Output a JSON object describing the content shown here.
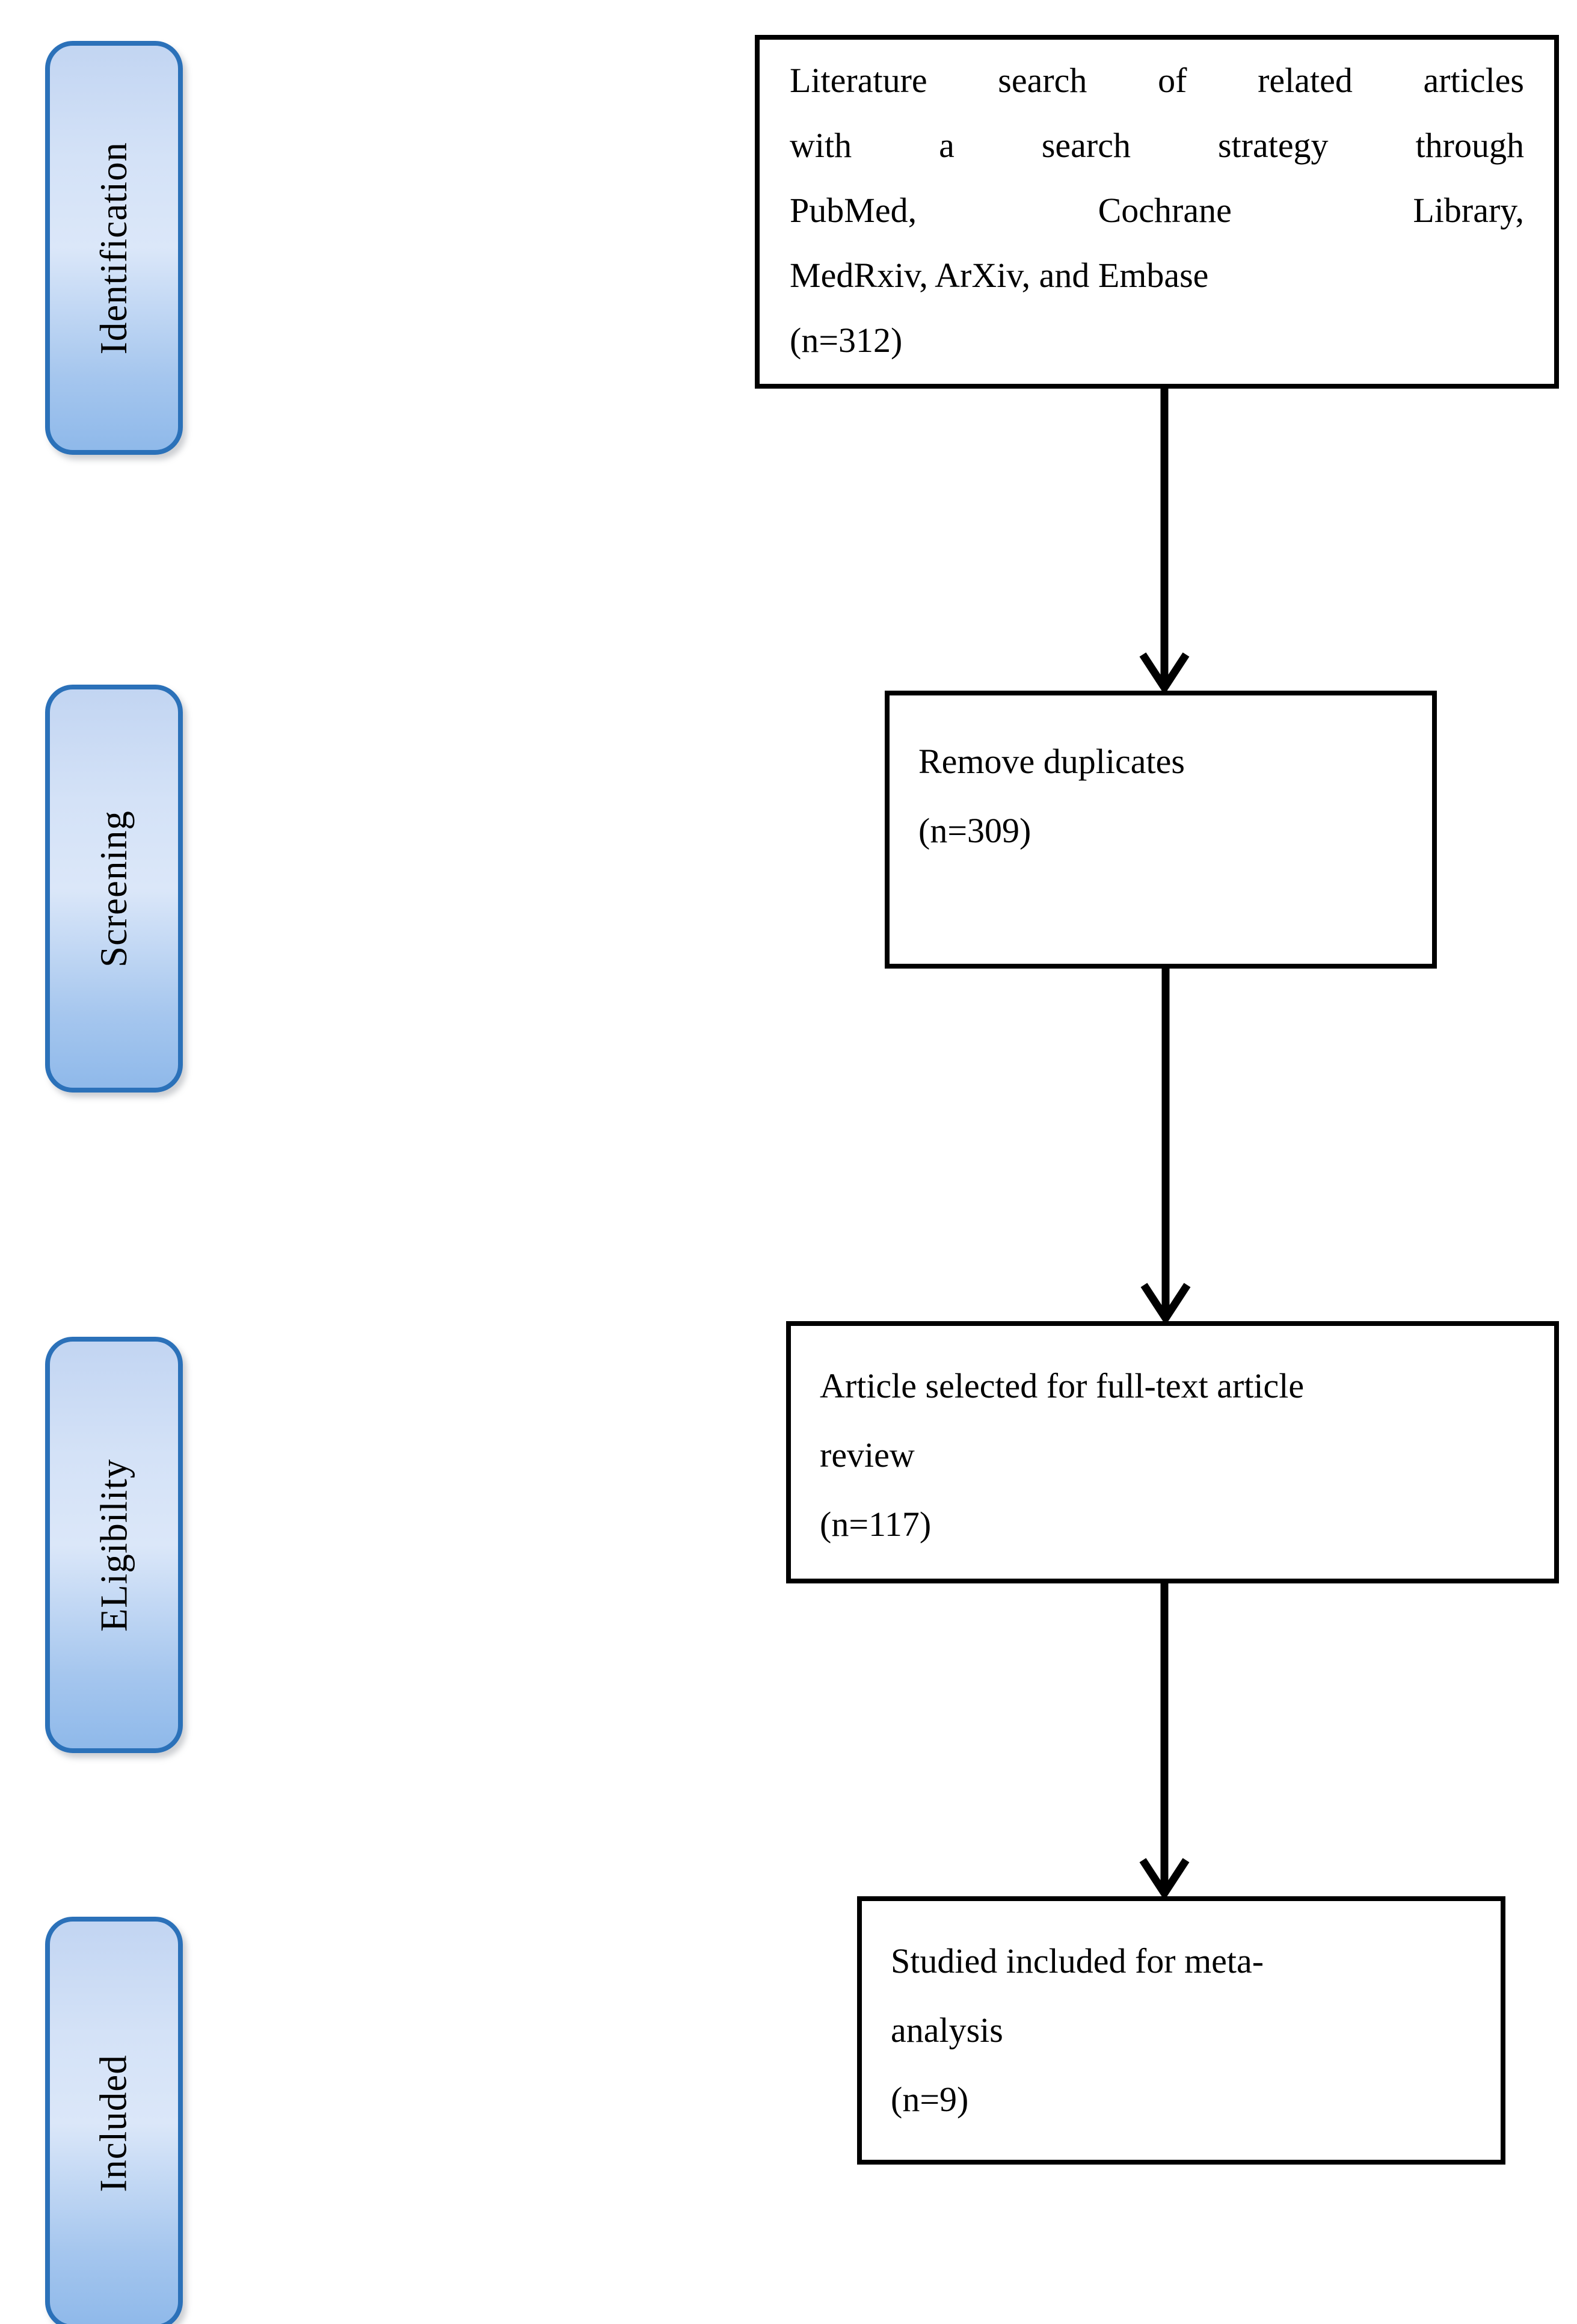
{
  "stages": [
    {
      "label": "Identification"
    },
    {
      "label": "Screening"
    },
    {
      "label": "ELigibility"
    },
    {
      "label": "Included"
    }
  ],
  "flow_boxes": [
    {
      "lines": [
        "Literature search of related articles",
        "with a search strategy through",
        "PubMed, Cochrane Library,",
        "MedRxiv, ArXiv, and Embase",
        "(n=312)"
      ]
    },
    {
      "lines": [
        "Remove duplicates",
        "(n=309)"
      ]
    },
    {
      "lines": [
        "Article selected for full-text article",
        "review",
        "(n=117)"
      ]
    },
    {
      "lines": [
        "Studied included for meta-",
        "analysis",
        "(n=9)"
      ]
    }
  ],
  "colors": {
    "stage_border": "#2b71b9",
    "stage_gradient_top": "#c2d5f2",
    "stage_gradient_middle": "#dbe7f9",
    "stage_gradient_bottom": "#8fb9ea",
    "box_border": "#000000",
    "arrow_color": "#000000",
    "text_color": "#000000",
    "background": "#ffffff"
  }
}
